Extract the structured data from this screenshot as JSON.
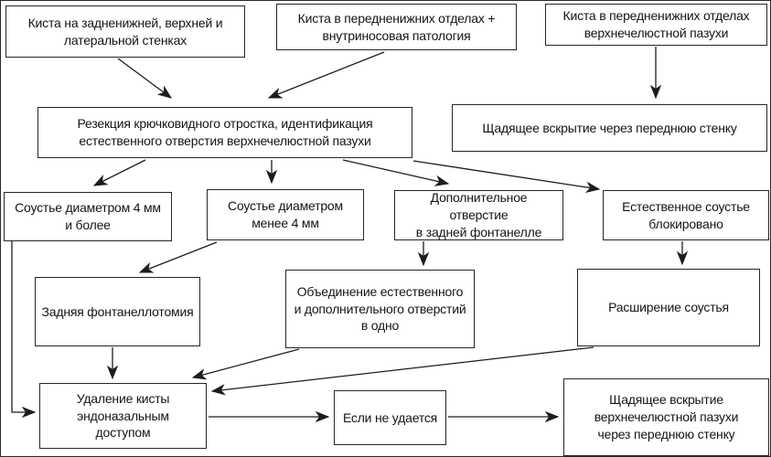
{
  "flowchart": {
    "background_color": "#ffffff",
    "line_color": "#1c1c1c",
    "box_border_color": "#262626",
    "nodes": {
      "cyst_posterior_superior_lateral": {
        "label": "Киста на задненижней, верхней и\nлатеральной стенках"
      },
      "cyst_anteroinferior_intranasal": {
        "label": "Киста в передненижних отделах +\nвнутриносовая патология"
      },
      "cyst_anteroinferior": {
        "label": "Киста в передненижних отделах\nверхнечелюстной пазухи"
      },
      "uncinate_resection": {
        "label": "Резекция крючковидного отростка, идентификация\nестественного отверстия верхнечелюстной пазухи"
      },
      "gentle_opening_front_wall": {
        "label": "Щадящее вскрытие через переднюю стенку"
      },
      "ostium_4mm_plus": {
        "label": "Соустье диаметром 4 мм\nи более"
      },
      "ostium_under_4mm": {
        "label": "Соустье диаметром\nменее 4 мм"
      },
      "additional_opening_posterior_fontanelle": {
        "label": "Дополнительное  отверстие\nв задней фонтанелле"
      },
      "natural_ostium_blocked": {
        "label": "Естественное соустье\nблокировано"
      },
      "posterior_fontanellotomy": {
        "label": "Задняя  фонтанеллотомия"
      },
      "merge_openings": {
        "label": "Объединение   естественного\nи дополнительного  отверстий\nв одно"
      },
      "ostium_widening": {
        "label": "Расширение соустья"
      },
      "endonasal_cyst_removal": {
        "label": "Удаление кисты\nэндоназальным\nдоступом"
      },
      "if_fails": {
        "label": "Если не удается"
      },
      "gentle_opening_maxillary_front_wall": {
        "label": "Щадящее вскрытие\nверхнечелюстной пазухи\nчерез переднюю стенку"
      }
    },
    "edges": [
      {
        "from": "cyst_posterior_superior_lateral",
        "to": "uncinate_resection"
      },
      {
        "from": "cyst_anteroinferior_intranasal",
        "to": "uncinate_resection"
      },
      {
        "from": "cyst_anteroinferior",
        "to": "gentle_opening_front_wall"
      },
      {
        "from": "uncinate_resection",
        "to": "ostium_4mm_plus"
      },
      {
        "from": "uncinate_resection",
        "to": "ostium_under_4mm"
      },
      {
        "from": "uncinate_resection",
        "to": "additional_opening_posterior_fontanelle"
      },
      {
        "from": "uncinate_resection",
        "to": "natural_ostium_blocked"
      },
      {
        "from": "ostium_under_4mm",
        "to": "posterior_fontanellotomy"
      },
      {
        "from": "additional_opening_posterior_fontanelle",
        "to": "merge_openings"
      },
      {
        "from": "natural_ostium_blocked",
        "to": "ostium_widening"
      },
      {
        "from": "ostium_4mm_plus",
        "to": "endonasal_cyst_removal"
      },
      {
        "from": "posterior_fontanellotomy",
        "to": "endonasal_cyst_removal"
      },
      {
        "from": "merge_openings",
        "to": "endonasal_cyst_removal"
      },
      {
        "from": "ostium_widening",
        "to": "endonasal_cyst_removal"
      },
      {
        "from": "endonasal_cyst_removal",
        "to": "if_fails"
      },
      {
        "from": "if_fails",
        "to": "gentle_opening_maxillary_front_wall"
      }
    ]
  }
}
